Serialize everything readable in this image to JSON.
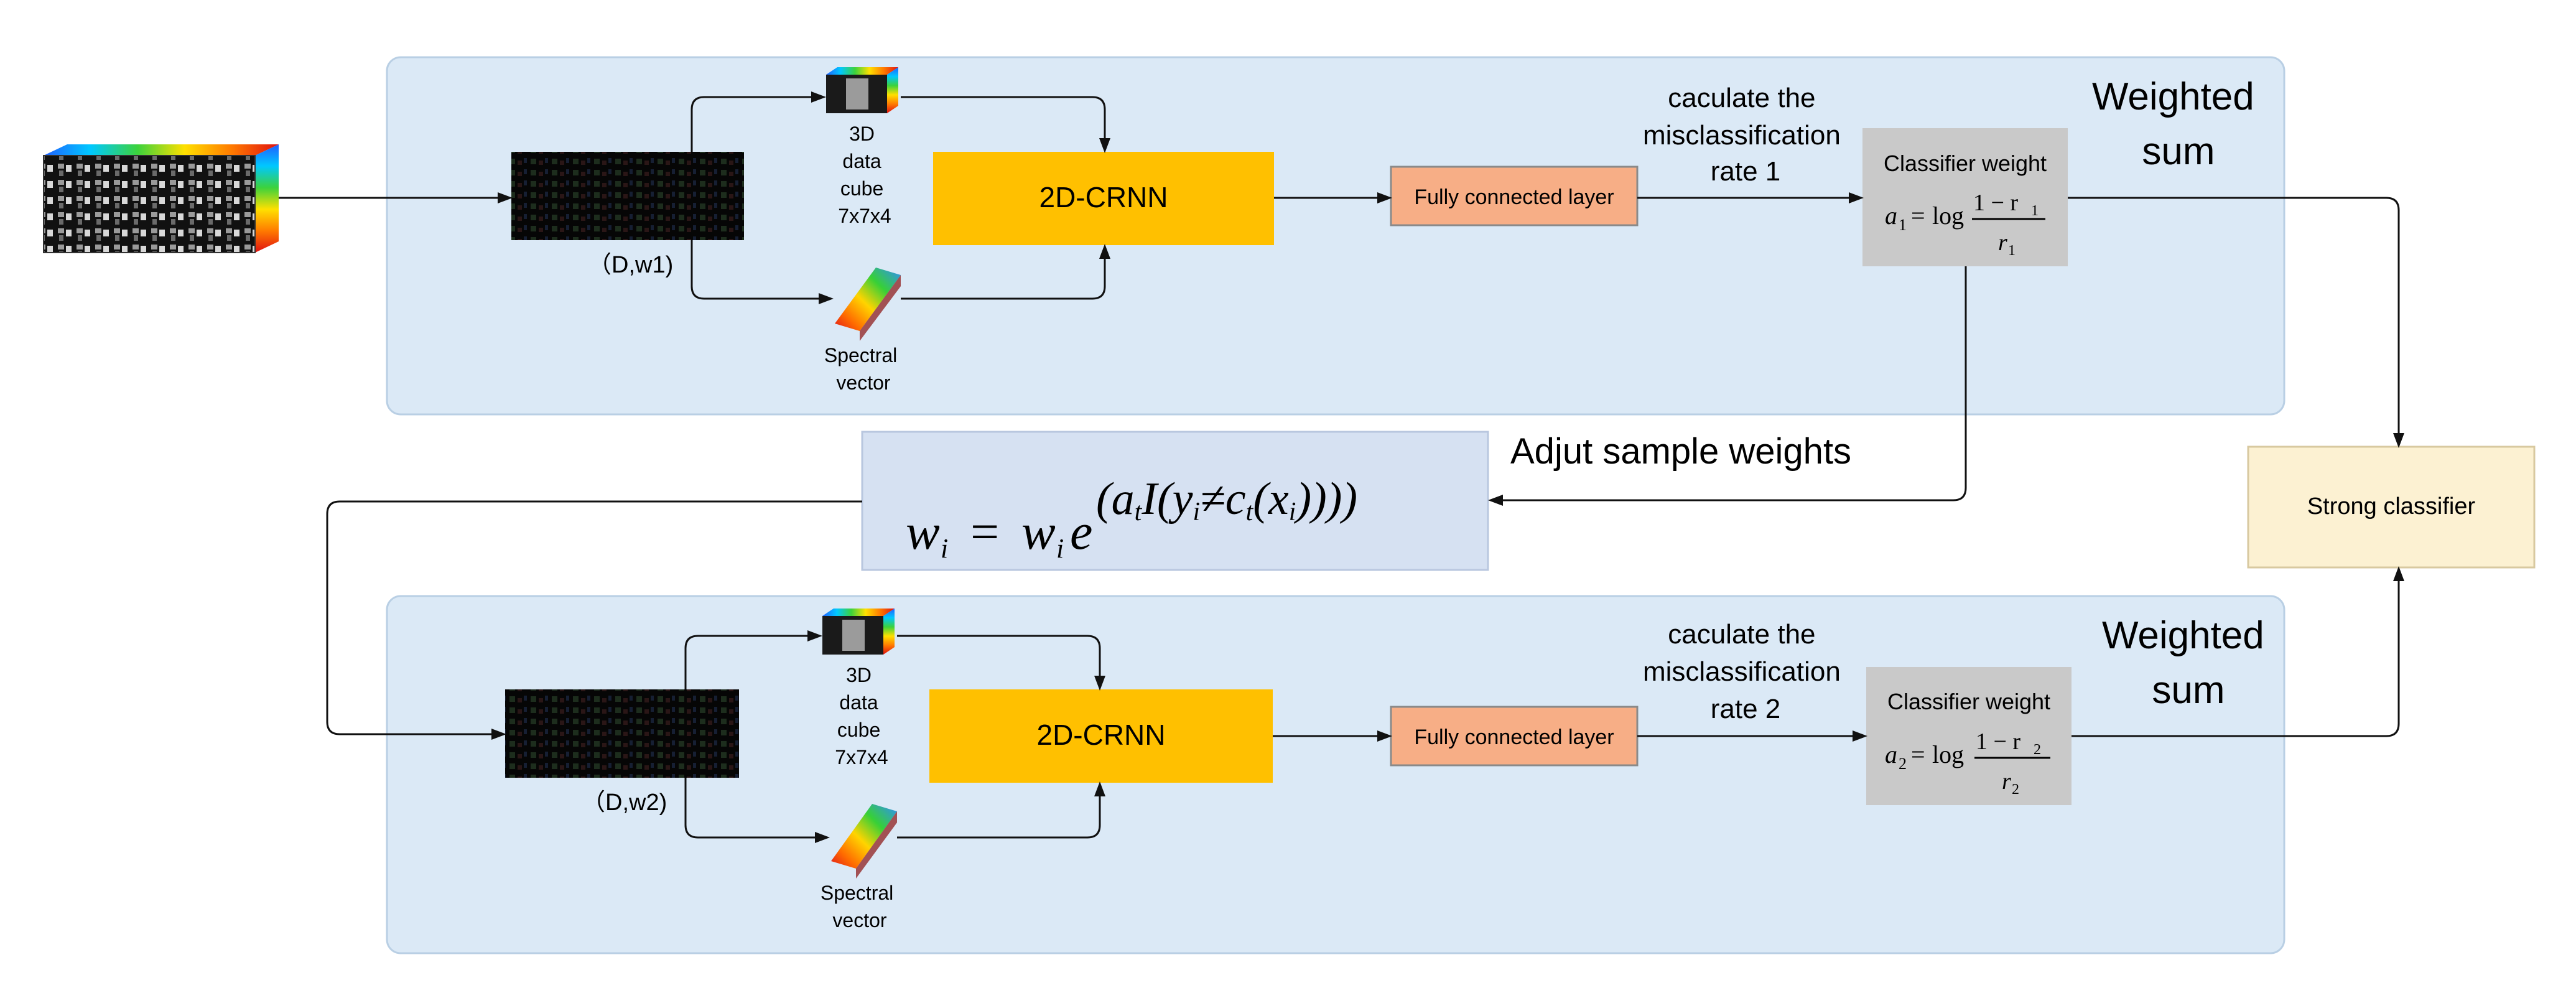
{
  "top_branch": {
    "dataset_label": "（D,w1)",
    "cube_label": [
      "3D",
      "data",
      "cube",
      "7x7x4"
    ],
    "spectral_label": [
      "Spectral",
      "vector"
    ],
    "crnn_label": "2D-CRNN",
    "fc_label": "Fully connected layer",
    "misclass_label": [
      "caculate the",
      "misclassification",
      "rate 1"
    ],
    "classifier_title": "Classifier weight",
    "formula": {
      "lhs": "a",
      "sub": "1",
      "eq": "=",
      "log": "log",
      "num": "1 − r",
      "num_sub": "1",
      "den": "r",
      "den_sub": "1"
    },
    "weighted_label": [
      "Weighted",
      "sum"
    ]
  },
  "bottom_branch": {
    "dataset_label": "（D,w2)",
    "cube_label": [
      "3D",
      "data",
      "cube",
      "7x7x4"
    ],
    "spectral_label": [
      "Spectral",
      "vector"
    ],
    "crnn_label": "2D-CRNN",
    "fc_label": "Fully connected layer",
    "misclass_label": [
      "caculate the",
      "misclassification",
      "rate 2"
    ],
    "classifier_title": "Classifier weight",
    "formula": {
      "lhs": "a",
      "sub": "2",
      "eq": "=",
      "log": "log",
      "num": "1 − r",
      "num_sub": "2",
      "den": "r",
      "den_sub": "2"
    },
    "weighted_label": [
      "Weighted",
      "sum"
    ]
  },
  "adjust_label": "Adjut sample weights",
  "weight_update": {
    "w": "w",
    "i": "i",
    "eq": "=",
    "e": "e",
    "exponent": "(a",
    "t": "t",
    "I": "I(y",
    "ne": "≠c",
    "x": "(x",
    "close": "))))"
  },
  "strong_classifier_label": "Strong classifier",
  "colors": {
    "panel": "#dbe9f6",
    "panel_border": "#b9cfe4",
    "crnn": "#ffc000",
    "fc": "#f7ae86",
    "classifier": "#c9c9c9",
    "formula_box": "#d6e1f2",
    "strong": "#fcf1d2"
  }
}
